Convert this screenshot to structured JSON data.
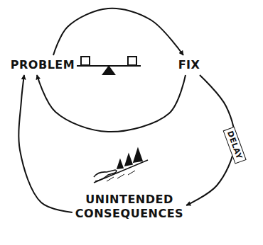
{
  "diagram": {
    "nodes": [
      {
        "text": [
          "PROBLEM"
        ]
      },
      {
        "text": [
          "FIX"
        ]
      },
      {
        "text": [
          "UNINTENDED CONSEQUENCES"
        ]
      }
    ],
    "edges": [
      {
        "from": 0,
        "to": 1,
        "arrow": "to"
      },
      {
        "from": 1,
        "to": 0,
        "arrow": "to"
      },
      {
        "from": 1,
        "to": 2,
        "arrow": "to",
        "label": "DELAY"
      },
      {
        "from": 2,
        "to": 0,
        "arrow": "to"
      }
    ]
  }
}
